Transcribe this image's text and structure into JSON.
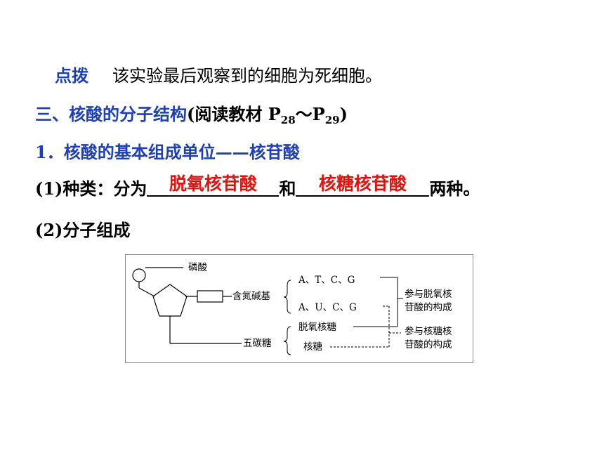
{
  "tip": {
    "label": "点拨",
    "text": "该实验最后观察到的细胞为死细胞。"
  },
  "section": {
    "title_prefix": "三、核酸的分子结构",
    "title_ref_open": "(阅读教材 P",
    "sub1": "28",
    "tilde": "～P",
    "sub2": "29",
    "ref_close": ")"
  },
  "item1": {
    "title": "1．核酸的基本组成单位——核苷酸"
  },
  "item1_1": {
    "prefix": "(1)种类：分为",
    "answer1": "脱氧核苷酸",
    "mid": "和",
    "answer2": "核糖核苷酸",
    "suffix": "两种。"
  },
  "item1_2": {
    "title": "(2)分子组成"
  },
  "diagram": {
    "phosphate": "磷酸",
    "base": "含氮碱基",
    "base_dna": "A、T、C、G",
    "base_rna": "A、U、C、G",
    "sugar": "五碳糖",
    "sugar_dna": "脱氧核糖",
    "sugar_rna": "核糖",
    "dna_note_1": "参与脱氧核",
    "dna_note_2": "苷酸的构成",
    "rna_note_1": "参与核糖核",
    "rna_note_2": "苷酸的构成"
  }
}
